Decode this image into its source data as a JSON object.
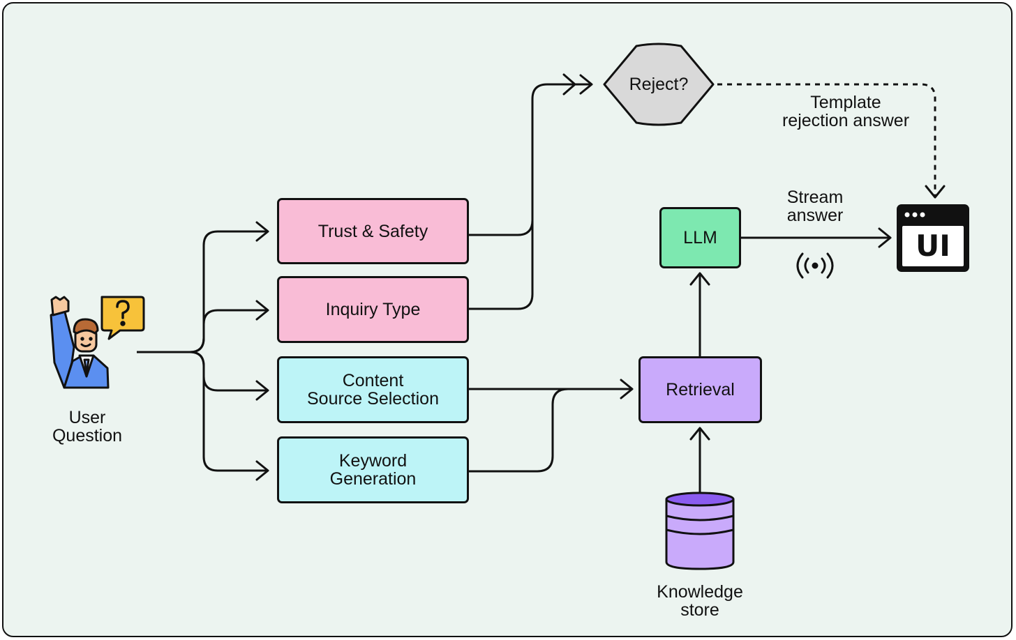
{
  "colors": {
    "background": "#ecf4f0",
    "guardrail_box": "#f9bcd6",
    "query_box": "#bdf4f7",
    "retrieval_box": "#c9aafb",
    "llm_box": "#7de8b0",
    "decision": "#d9d9d9",
    "user_shirt": "#5b8ff0",
    "speech_bubble": "#f7c23a"
  },
  "icons": {
    "user": "person-with-question-bubble-icon",
    "knowledge": "database-icon",
    "stream": "broadcast-signal-icon",
    "ui": "browser-window-icon"
  },
  "user": {
    "label": "User\nQuestion"
  },
  "nodes": {
    "trust_safety": "Trust & Safety",
    "inquiry_type": "Inquiry Type",
    "content_source": "Content\nSource Selection",
    "keyword_generation": "Keyword\nGeneration",
    "retrieval": "Retrieval",
    "llm": "LLM",
    "reject": "Reject?",
    "ui": "UI"
  },
  "edge_labels": {
    "template": "Template\nrejection answer",
    "stream": "Stream\nanswer"
  },
  "knowledge": {
    "label": "Knowledge\nstore"
  }
}
